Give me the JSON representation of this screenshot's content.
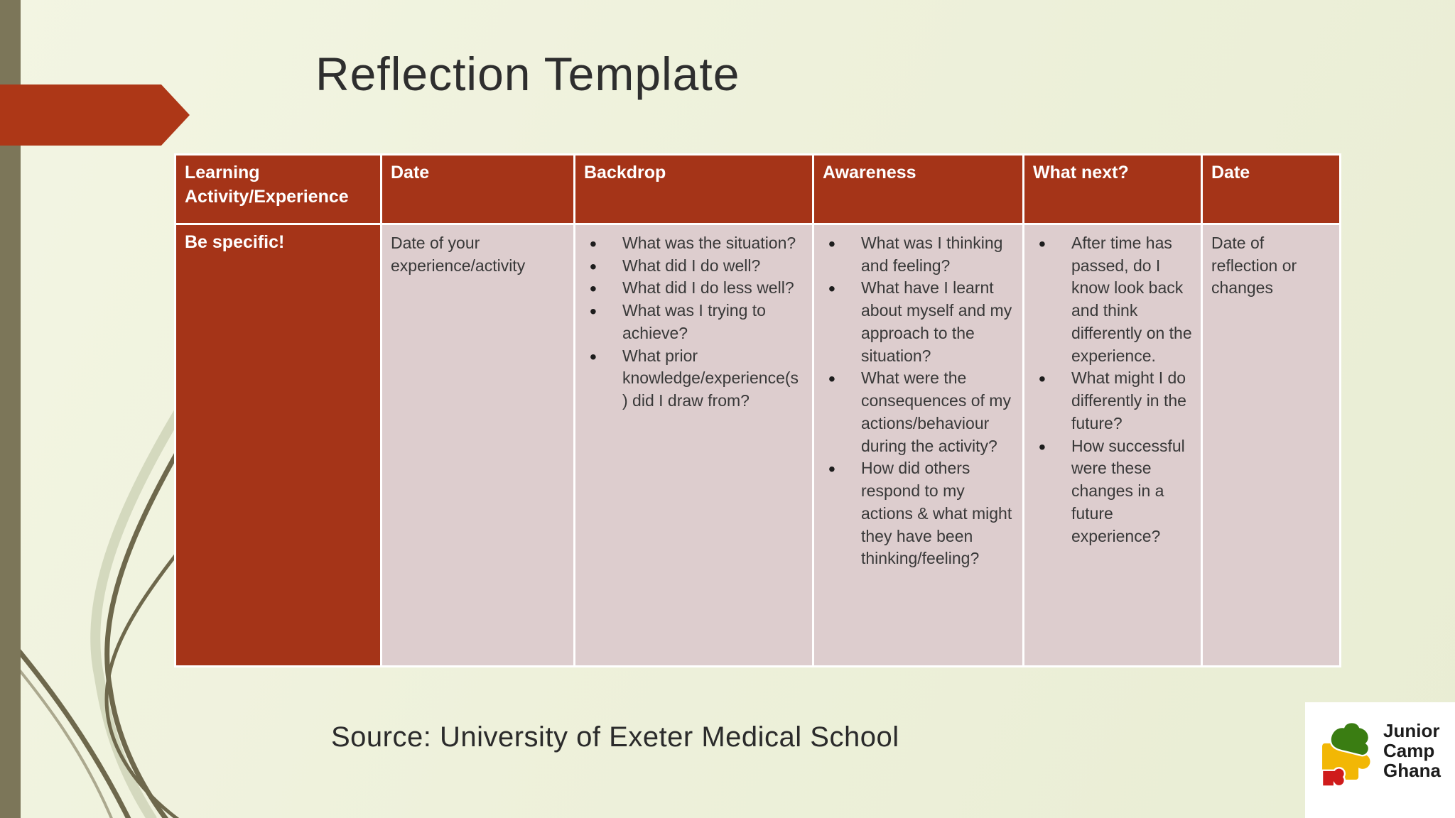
{
  "slide": {
    "title": "Reflection Template",
    "source": "Source: University of Exeter Medical School"
  },
  "table": {
    "headers": [
      "Learning Activity/Experience",
      "Date",
      "Backdrop",
      "Awareness",
      "What next?",
      "Date"
    ],
    "body": {
      "learning_activity": "Be specific!",
      "date": "Date of your experience/activity",
      "backdrop_bullets": [
        "What was the situation?",
        "What did I do well?",
        "What did I do less well?",
        "What was I trying to achieve?",
        "What prior knowledge/experience(s) did I draw from?"
      ],
      "awareness_bullets": [
        "What was I thinking and feeling?",
        "What have I learnt about myself and my approach to the situation?",
        "What were the consequences of my actions/behaviour during the activity?",
        "How did others respond to my actions & what might they have been thinking/feeling?"
      ],
      "what_next_bullets": [
        "After time has passed, do I know look back and think differently on the experience.",
        "What might I do differently in the future?",
        "How successful were these changes in a future experience?"
      ],
      "date_reflection": "Date of reflection or changes"
    }
  },
  "logo": {
    "lines": [
      "Junior",
      "Camp",
      "Ghana"
    ]
  },
  "colors": {
    "accent_red": "#a53418",
    "arrow_red": "#ad3717",
    "cell_pink": "#ddcdce",
    "stripe_olive": "#7c7659",
    "grass_dark": "#6e684c",
    "grass_light": "#cfd4b8",
    "background": "#eef1db",
    "logo_green": "#3a7d12",
    "logo_yellow": "#f2b705",
    "logo_red": "#cf1b1b"
  }
}
